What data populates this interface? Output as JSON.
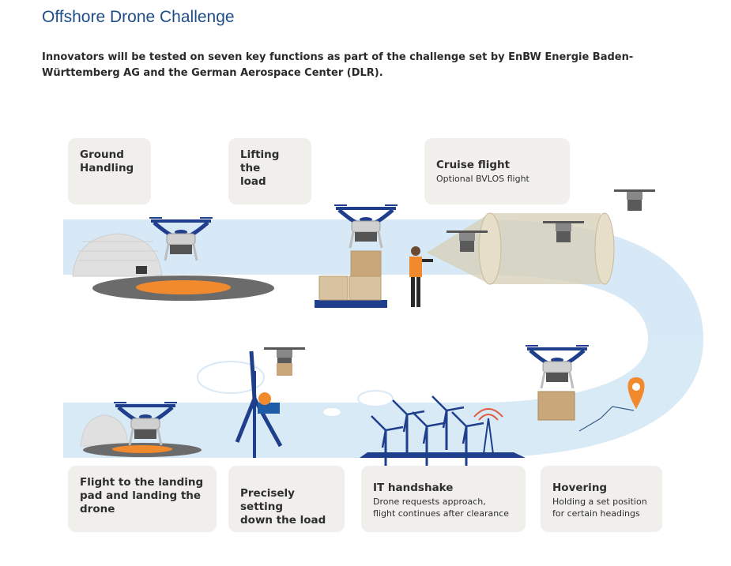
{
  "header": {
    "title": "Offshore Drone Challenge",
    "subtitle": "Innovators will be tested on seven key functions as part of the challenge set by EnBW Energie Baden-Württemberg AG and the German Aerospace Center (DLR)."
  },
  "functions": [
    {
      "title": "Ground\nHandling",
      "subtitle": ""
    },
    {
      "title": "Lifting the\nload",
      "subtitle": ""
    },
    {
      "title": "Cruise flight",
      "subtitle": "Optional BVLOS flight"
    },
    {
      "title": "Flight to the landing\npad and landing the\ndrone",
      "subtitle": ""
    },
    {
      "title": "Precisely setting\ndown the load",
      "subtitle": ""
    },
    {
      "title": "IT handshake",
      "subtitle": "Drone requests approach,\nflight continues after clearance"
    },
    {
      "title": "Hovering",
      "subtitle": "Holding a set position\nfor certain headings"
    }
  ],
  "colors": {
    "title": "#1f4e89",
    "path": "#d7e9f7",
    "drone_dark": "#1f3f8c",
    "drone_body": "#d0d0d0",
    "landing_pad": "#f08a2c",
    "card_bg": "#f1efeb",
    "pin": "#f08a2c"
  },
  "icons": [
    "drone-icon",
    "hangar-icon",
    "landing-pad-icon",
    "box-icon",
    "operator-icon",
    "wind-turbine-icon",
    "radio-tower-icon",
    "cloud-icon",
    "location-pin-icon"
  ]
}
